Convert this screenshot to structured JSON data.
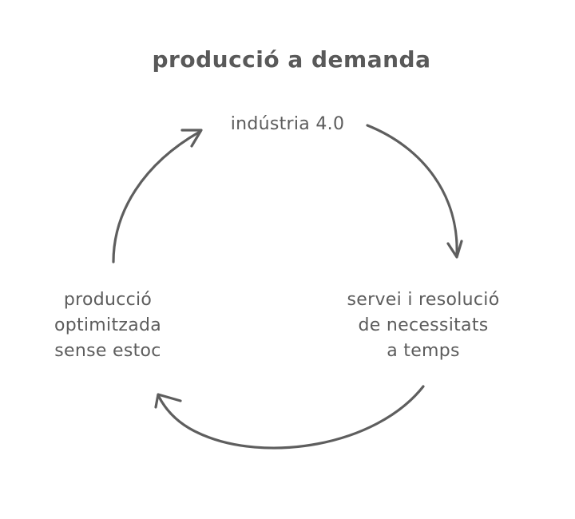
{
  "diagram": {
    "title": "producció a demanda",
    "nodes": {
      "top": {
        "lines": [
          "indústria 4.0"
        ]
      },
      "right": {
        "lines": [
          "servei i resolució",
          "de necessitats",
          "a temps"
        ]
      },
      "left": {
        "lines": [
          "producció",
          "optimitzada",
          "sense estoc"
        ]
      }
    },
    "edges": [
      {
        "from": "indústria 4.0",
        "to": "servei i resolució de necessitats a temps"
      },
      {
        "from": "servei i resolució de necessitats a temps",
        "to": "producció optimitzada sense estoc"
      },
      {
        "from": "producció optimitzada sense estoc",
        "to": "indústria 4.0"
      }
    ],
    "colors": {
      "ink": "#5e5e5e",
      "background": "#ffffff"
    }
  }
}
